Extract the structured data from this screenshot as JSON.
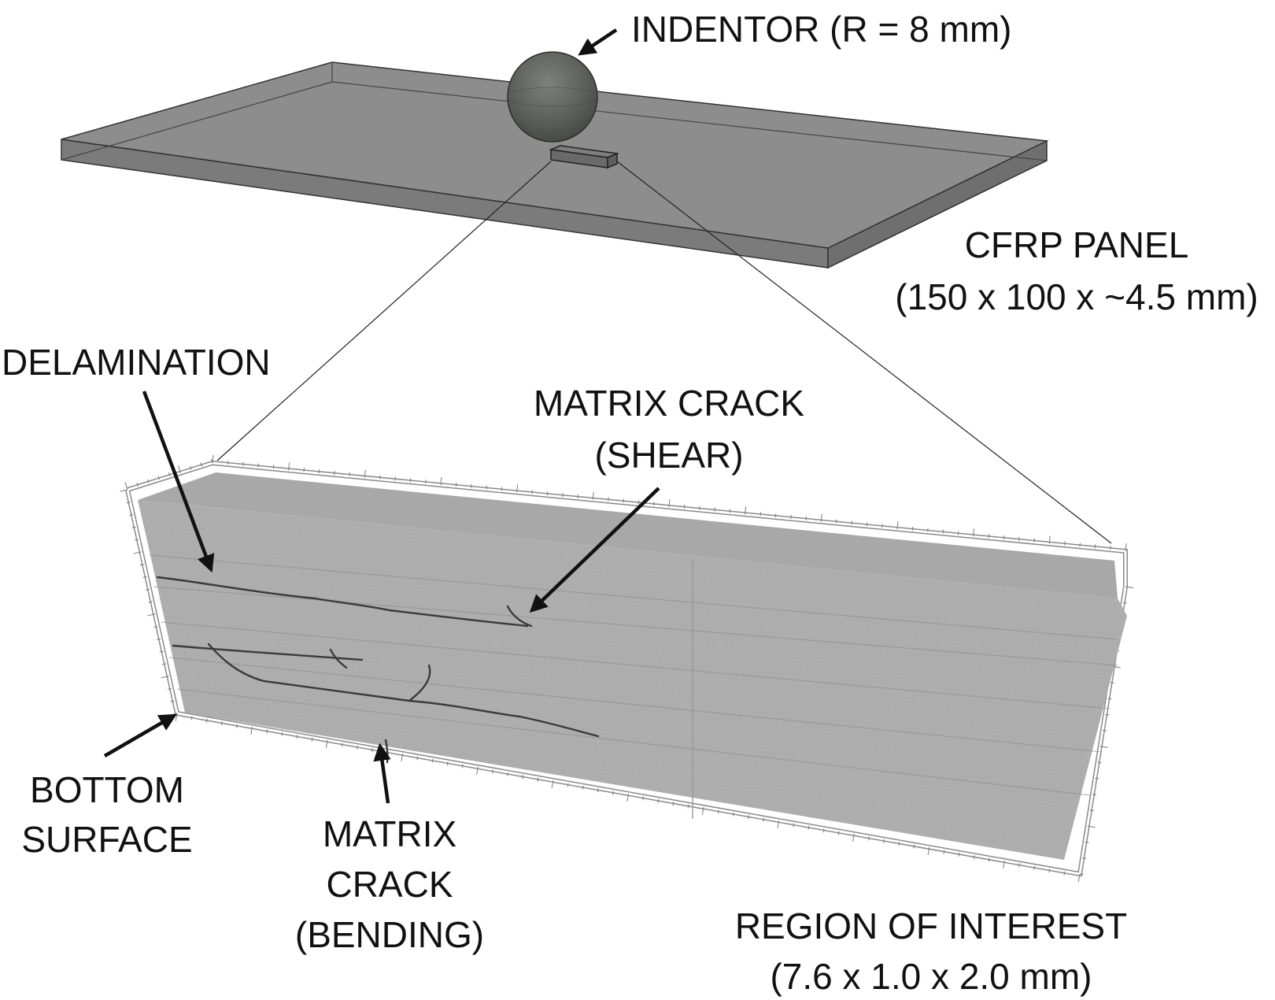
{
  "labels": {
    "indentor": "INDENTOR (R = 8 mm)",
    "panel_line1": "CFRP PANEL",
    "panel_line2": "(150 x 100 x ~4.5 mm)",
    "delamination": "DELAMINATION",
    "matrix_crack_shear_line1": "MATRIX CRACK",
    "matrix_crack_shear_line2": "(SHEAR)",
    "bottom_surface_line1": "BOTTOM",
    "bottom_surface_line2": "SURFACE",
    "matrix_crack_bending_line1": "MATRIX",
    "matrix_crack_bending_line2": "CRACK",
    "matrix_crack_bending_line3": "(BENDING)",
    "roi_line1": "REGION OF INTEREST",
    "roi_line2": "(7.6 x 1.0 x 2.0 mm)"
  },
  "colors": {
    "panel_top": "#8a8a8a",
    "panel_side": "#7a7a7a",
    "indentor": "#5e625e",
    "roi_face": "#b4b4b4",
    "roi_top": "#a9a9a9",
    "ink": "#111111"
  }
}
